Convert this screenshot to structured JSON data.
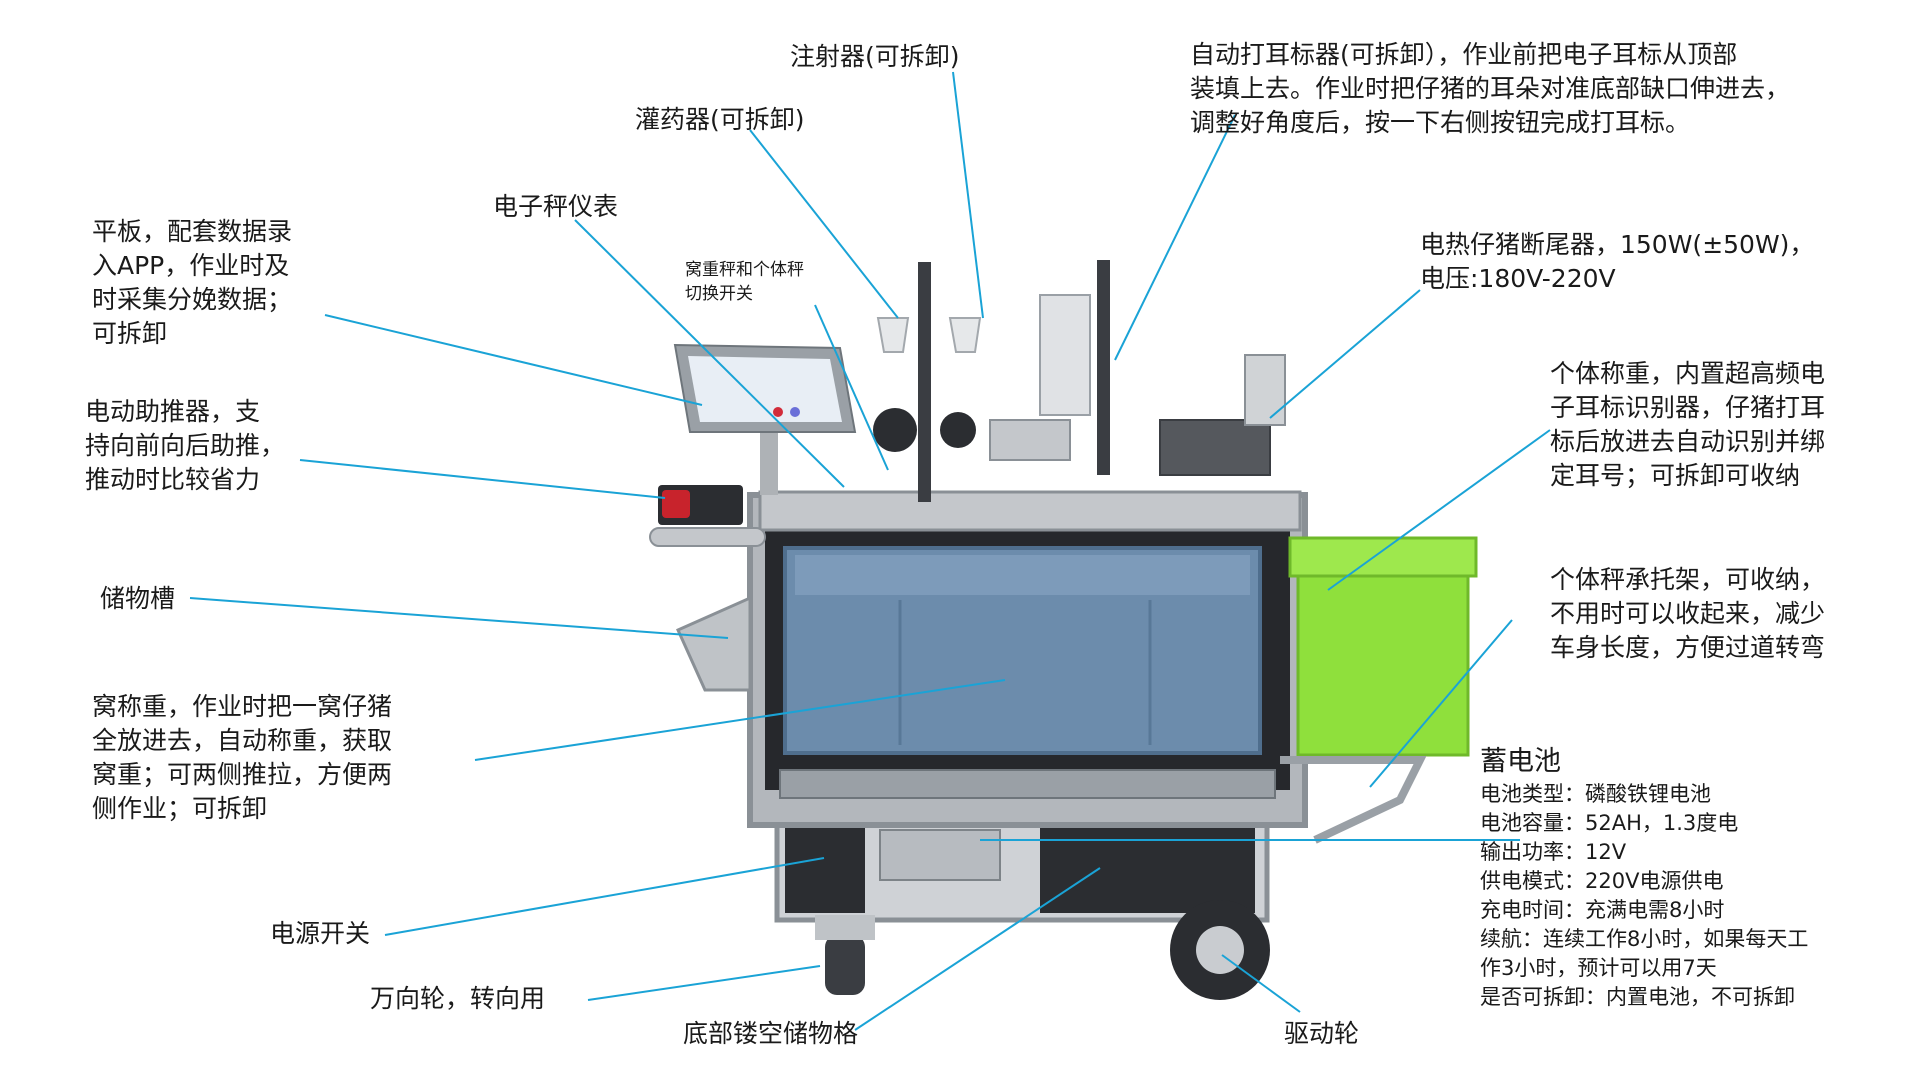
{
  "colors": {
    "leader": "#1aa3d6",
    "crate": "#6c8cac",
    "bin": "#8fe03c",
    "steel": "#c9ccd0",
    "frame": "#9aa0a6"
  },
  "labels": {
    "injector": "注射器(可拆卸)",
    "drencher": "灌药器(可拆卸)",
    "ear_tagger": "自动打耳标器(可拆卸），作业前把电子耳标从顶部\n装填上去。作业时把仔猪的耳朵对准底部缺口伸进去，\n调整好角度后，按一下右侧按钮完成打耳标。",
    "scale_meter": "电子秤仪表",
    "switch": "窝重秤和个体秤\n切换开关",
    "tablet": "平板，配套数据录\n入APP，作业时及\n时采集分娩数据；\n可拆卸",
    "tail_docker": "电热仔猪断尾器，150W(±50W)，\n电压:180V-220V",
    "assist_push": "电动助推器，支\n持向前向后助推，\n推动时比较省力",
    "individual_weigh": "个体称重，内置超高频电\n子耳标识别器，仔猪打耳\n标后放进去自动识别并绑\n定耳号；可拆卸可收纳",
    "storage_tray": "储物槽",
    "tray_holder": "个体秤承托架，可收纳，\n不用时可以收起来，减少\n车身长度，方便过道转弯",
    "litter_weigh": "窝称重，作业时把一窝仔猪\n全放进去，自动称重，获取\n窝重；可两侧推拉，方便两\n侧作业；可拆卸",
    "power_switch": "电源开关",
    "caster": "万向轮，转向用",
    "bottom_storage": "底部镂空储物格",
    "drive_wheel": "驱动轮"
  },
  "battery": {
    "title": "蓄电池",
    "rows": [
      "电池类型：磷酸铁锂电池",
      "电池容量：52AH，1.3度电",
      "输出功率：12V",
      "供电模式：220V电源供电",
      "充电时间：充满电需8小时",
      "续航：连续工作8小时，如果每天工",
      "作3小时，预计可以用7天",
      "是否可拆卸：内置电池，不可拆卸"
    ]
  }
}
